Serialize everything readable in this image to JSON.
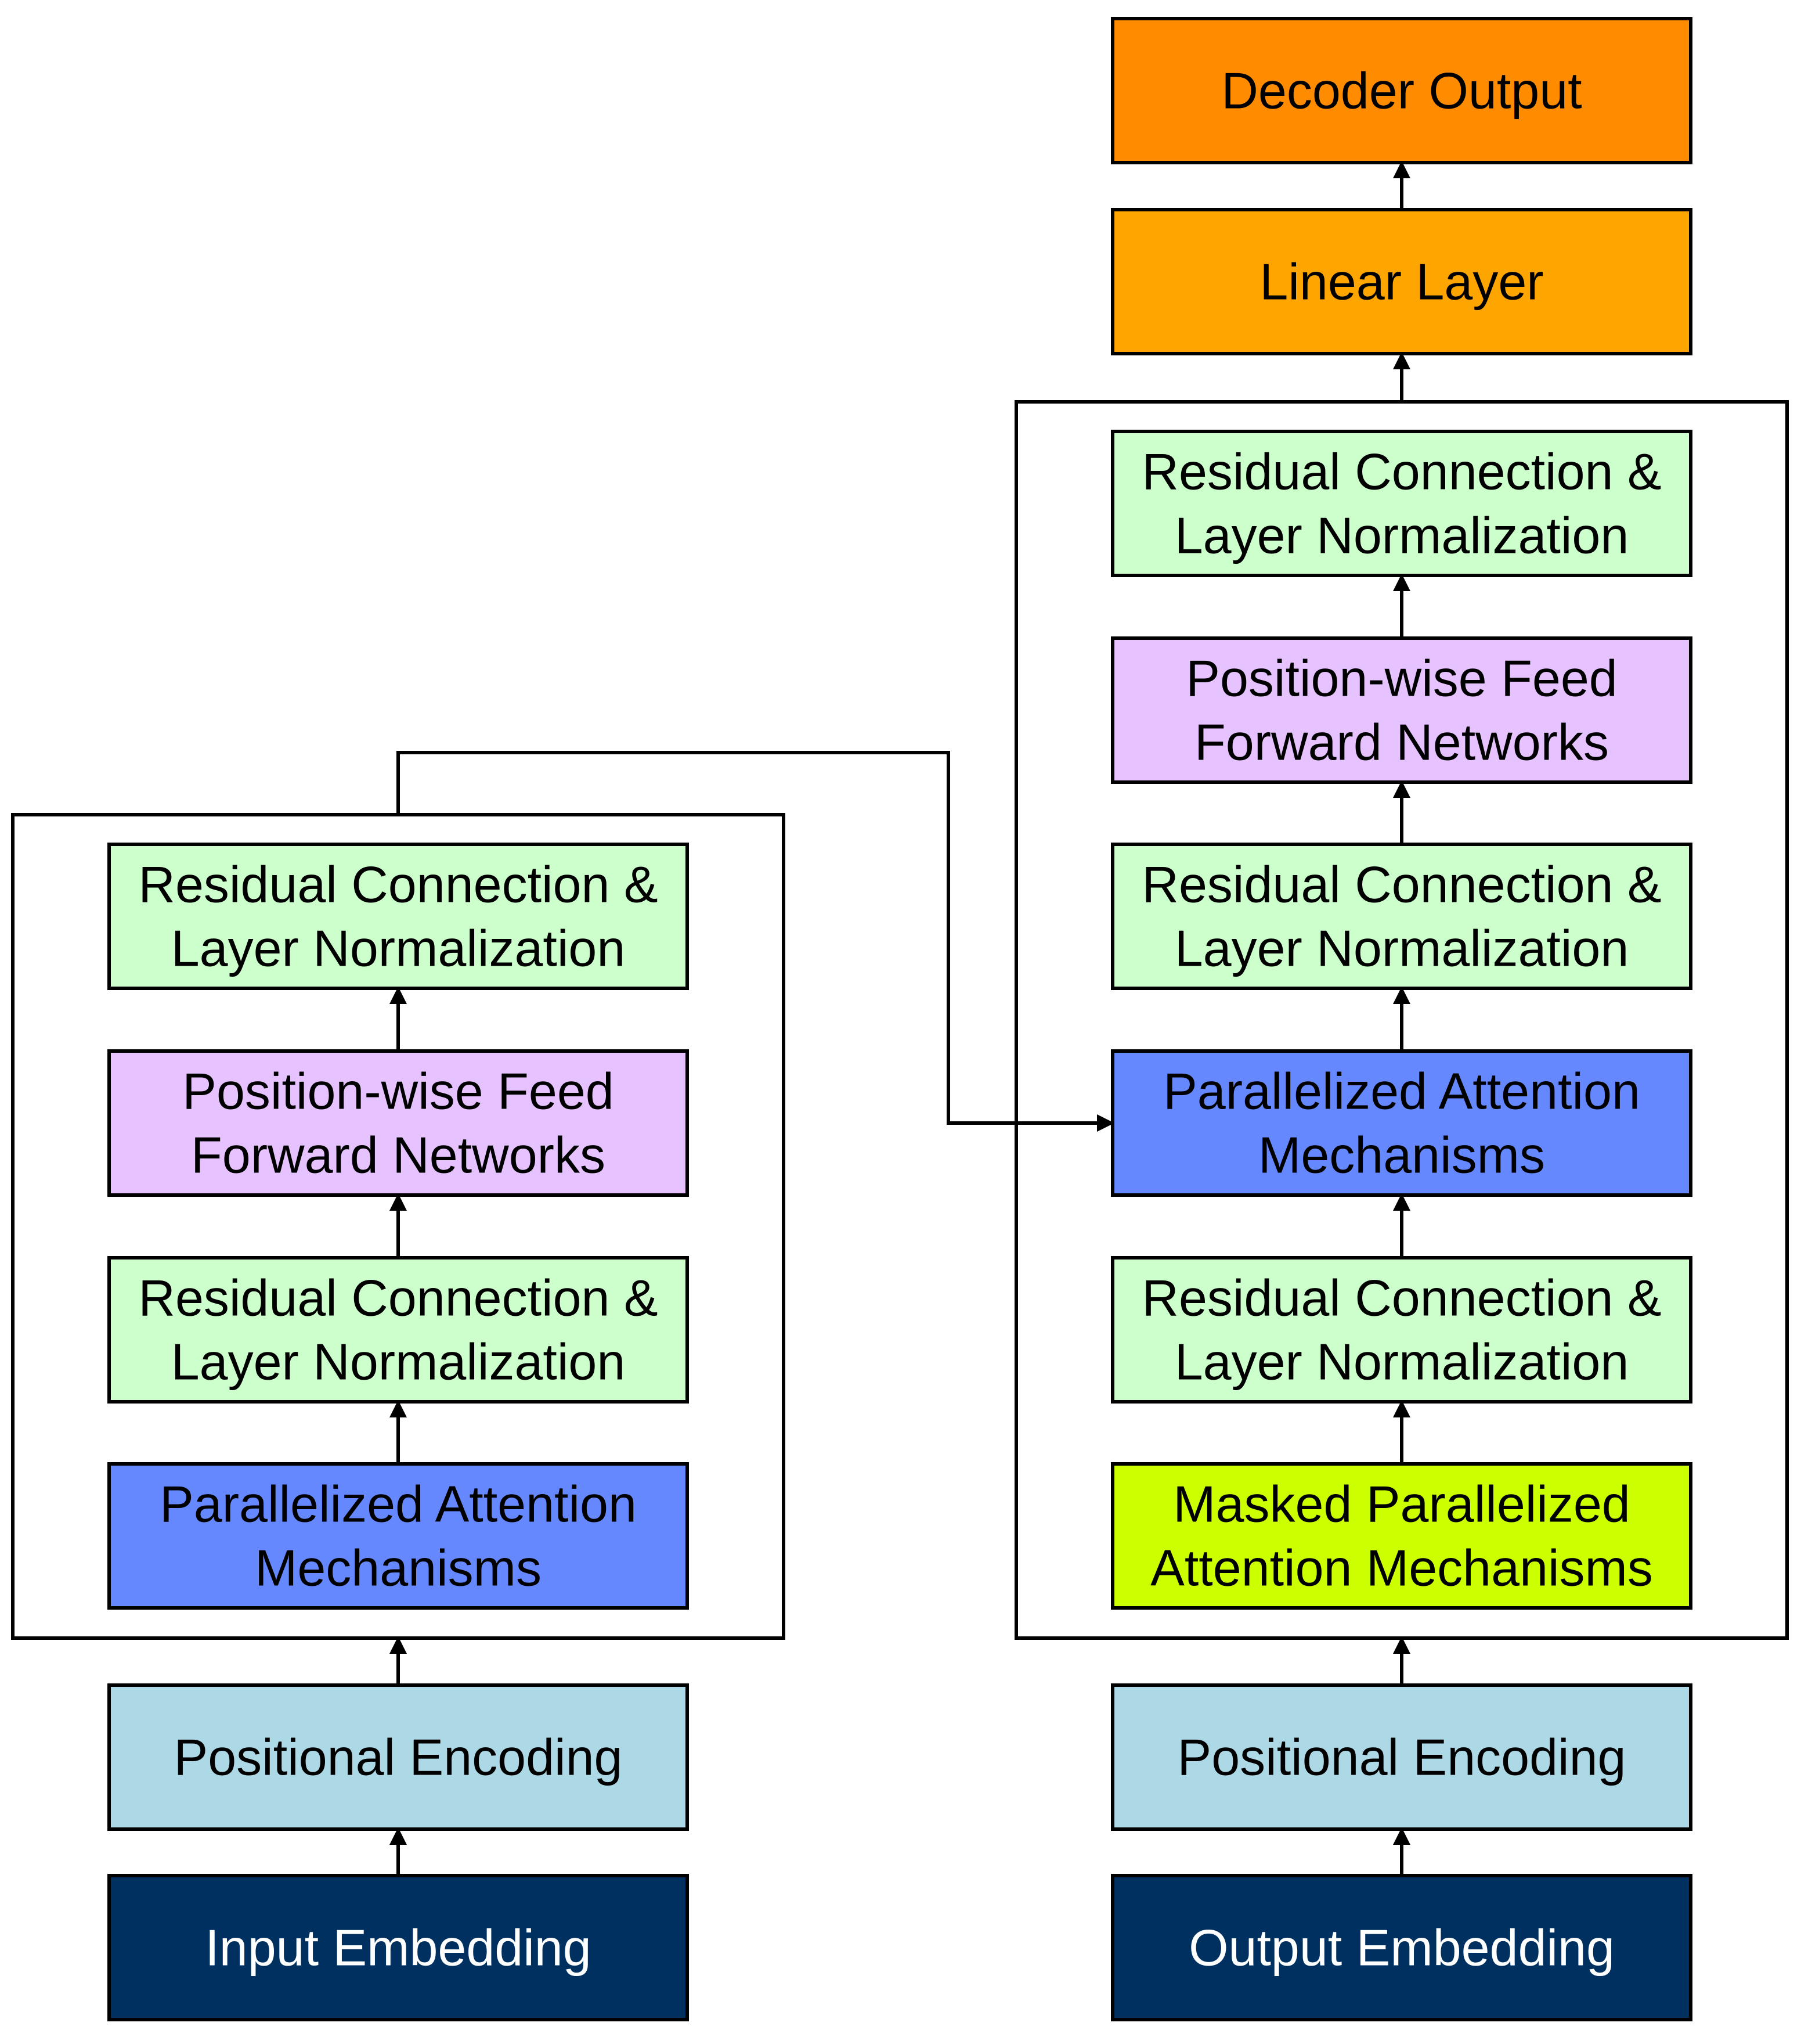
{
  "diagram": {
    "type": "flowchart",
    "colors": {
      "embedding": "#003060",
      "positional_encoding": "#add8e6",
      "residual_norm": "#ccffcc",
      "feed_forward": "#e6c3ff",
      "attention": "#6688ff",
      "masked_attention": "#ccff00",
      "linear": "#ffa500",
      "output": "#ff8c00",
      "text_dark": "#000000",
      "text_light": "#ffffff",
      "line": "#000000"
    },
    "nodes": {
      "input_embedding": [
        "Input Embedding"
      ],
      "enc_positional_encoding": [
        "Positional Encoding"
      ],
      "enc_attention": [
        "Parallelized Attention",
        "Mechanisms"
      ],
      "enc_residual_1": [
        "Residual Connection &",
        "Layer Normalization"
      ],
      "enc_feed_forward": [
        "Position-wise Feed",
        "Forward Networks"
      ],
      "enc_residual_2": [
        "Residual Connection &",
        "Layer Normalization"
      ],
      "output_embedding": [
        "Output Embedding"
      ],
      "dec_positional_encoding": [
        "Positional Encoding"
      ],
      "dec_masked_attention": [
        "Masked Parallelized",
        "Attention Mechanisms"
      ],
      "dec_residual_1": [
        "Residual Connection &",
        "Layer Normalization"
      ],
      "dec_attention": [
        "Parallelized Attention",
        "Mechanisms"
      ],
      "dec_residual_2": [
        "Residual Connection &",
        "Layer Normalization"
      ],
      "dec_feed_forward": [
        "Position-wise Feed",
        "Forward Networks"
      ],
      "dec_residual_3": [
        "Residual Connection &",
        "Layer Normalization"
      ],
      "linear_layer": [
        "Linear Layer"
      ],
      "decoder_output": [
        "Decoder Output"
      ]
    },
    "edges": [
      [
        "input_embedding",
        "enc_positional_encoding"
      ],
      [
        "enc_positional_encoding",
        "encoder_block"
      ],
      [
        "enc_attention",
        "enc_residual_1"
      ],
      [
        "enc_residual_1",
        "enc_feed_forward"
      ],
      [
        "enc_feed_forward",
        "enc_residual_2"
      ],
      [
        "encoder_block",
        "dec_attention"
      ],
      [
        "output_embedding",
        "dec_positional_encoding"
      ],
      [
        "dec_positional_encoding",
        "decoder_block"
      ],
      [
        "dec_masked_attention",
        "dec_residual_1"
      ],
      [
        "dec_residual_1",
        "dec_attention"
      ],
      [
        "dec_attention",
        "dec_residual_2"
      ],
      [
        "dec_residual_2",
        "dec_feed_forward"
      ],
      [
        "dec_feed_forward",
        "dec_residual_3"
      ],
      [
        "decoder_block",
        "linear_layer"
      ],
      [
        "linear_layer",
        "decoder_output"
      ]
    ]
  }
}
